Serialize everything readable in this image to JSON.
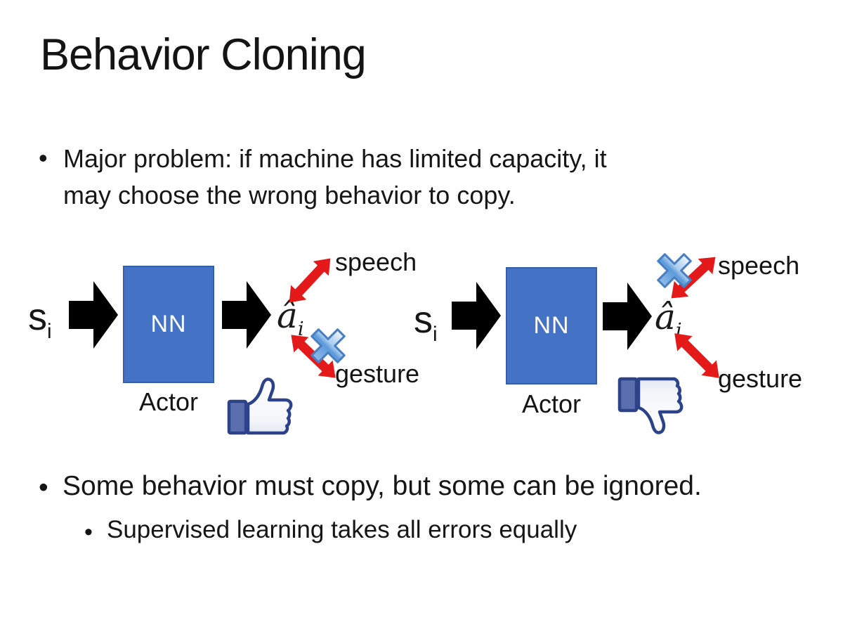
{
  "title": "Behavior Cloning",
  "bullet_char": "•",
  "bullets": {
    "major_problem_line1": "Major problem: if machine has limited capacity, it",
    "major_problem_line2": "may choose the wrong behavior to copy.",
    "some_behavior": "Some behavior must copy, but some can be ignored.",
    "supervised": "Supervised learning takes all errors equally"
  },
  "diagram_left": {
    "input": "s",
    "input_sub": "i",
    "nn_label": "NN",
    "caption": "Actor",
    "output": "â",
    "output_sub": "i",
    "speech_label": "speech",
    "gesture_label": "gesture",
    "crossed_branch": "gesture",
    "feedback_icon": "thumbs-up-icon"
  },
  "diagram_right": {
    "input": "s",
    "input_sub": "i",
    "nn_label": "NN",
    "caption": "Actor",
    "output": "â",
    "output_sub": "i",
    "speech_label": "speech",
    "gesture_label": "gesture",
    "crossed_branch": "speech",
    "feedback_icon": "thumbs-down-icon"
  },
  "colors": {
    "nn_box": "#4472c4",
    "nn_box_border": "#3560a8",
    "block_arrow": "#000000",
    "double_arrow_red": "#e41a1a",
    "cross_blue_top": "#e9f3fd",
    "cross_blue_bottom": "#5795d8",
    "thumb_outline": "#2d4389",
    "thumb_cuff": "#5b6fae",
    "text": "#141414",
    "background": "#ffffff"
  }
}
